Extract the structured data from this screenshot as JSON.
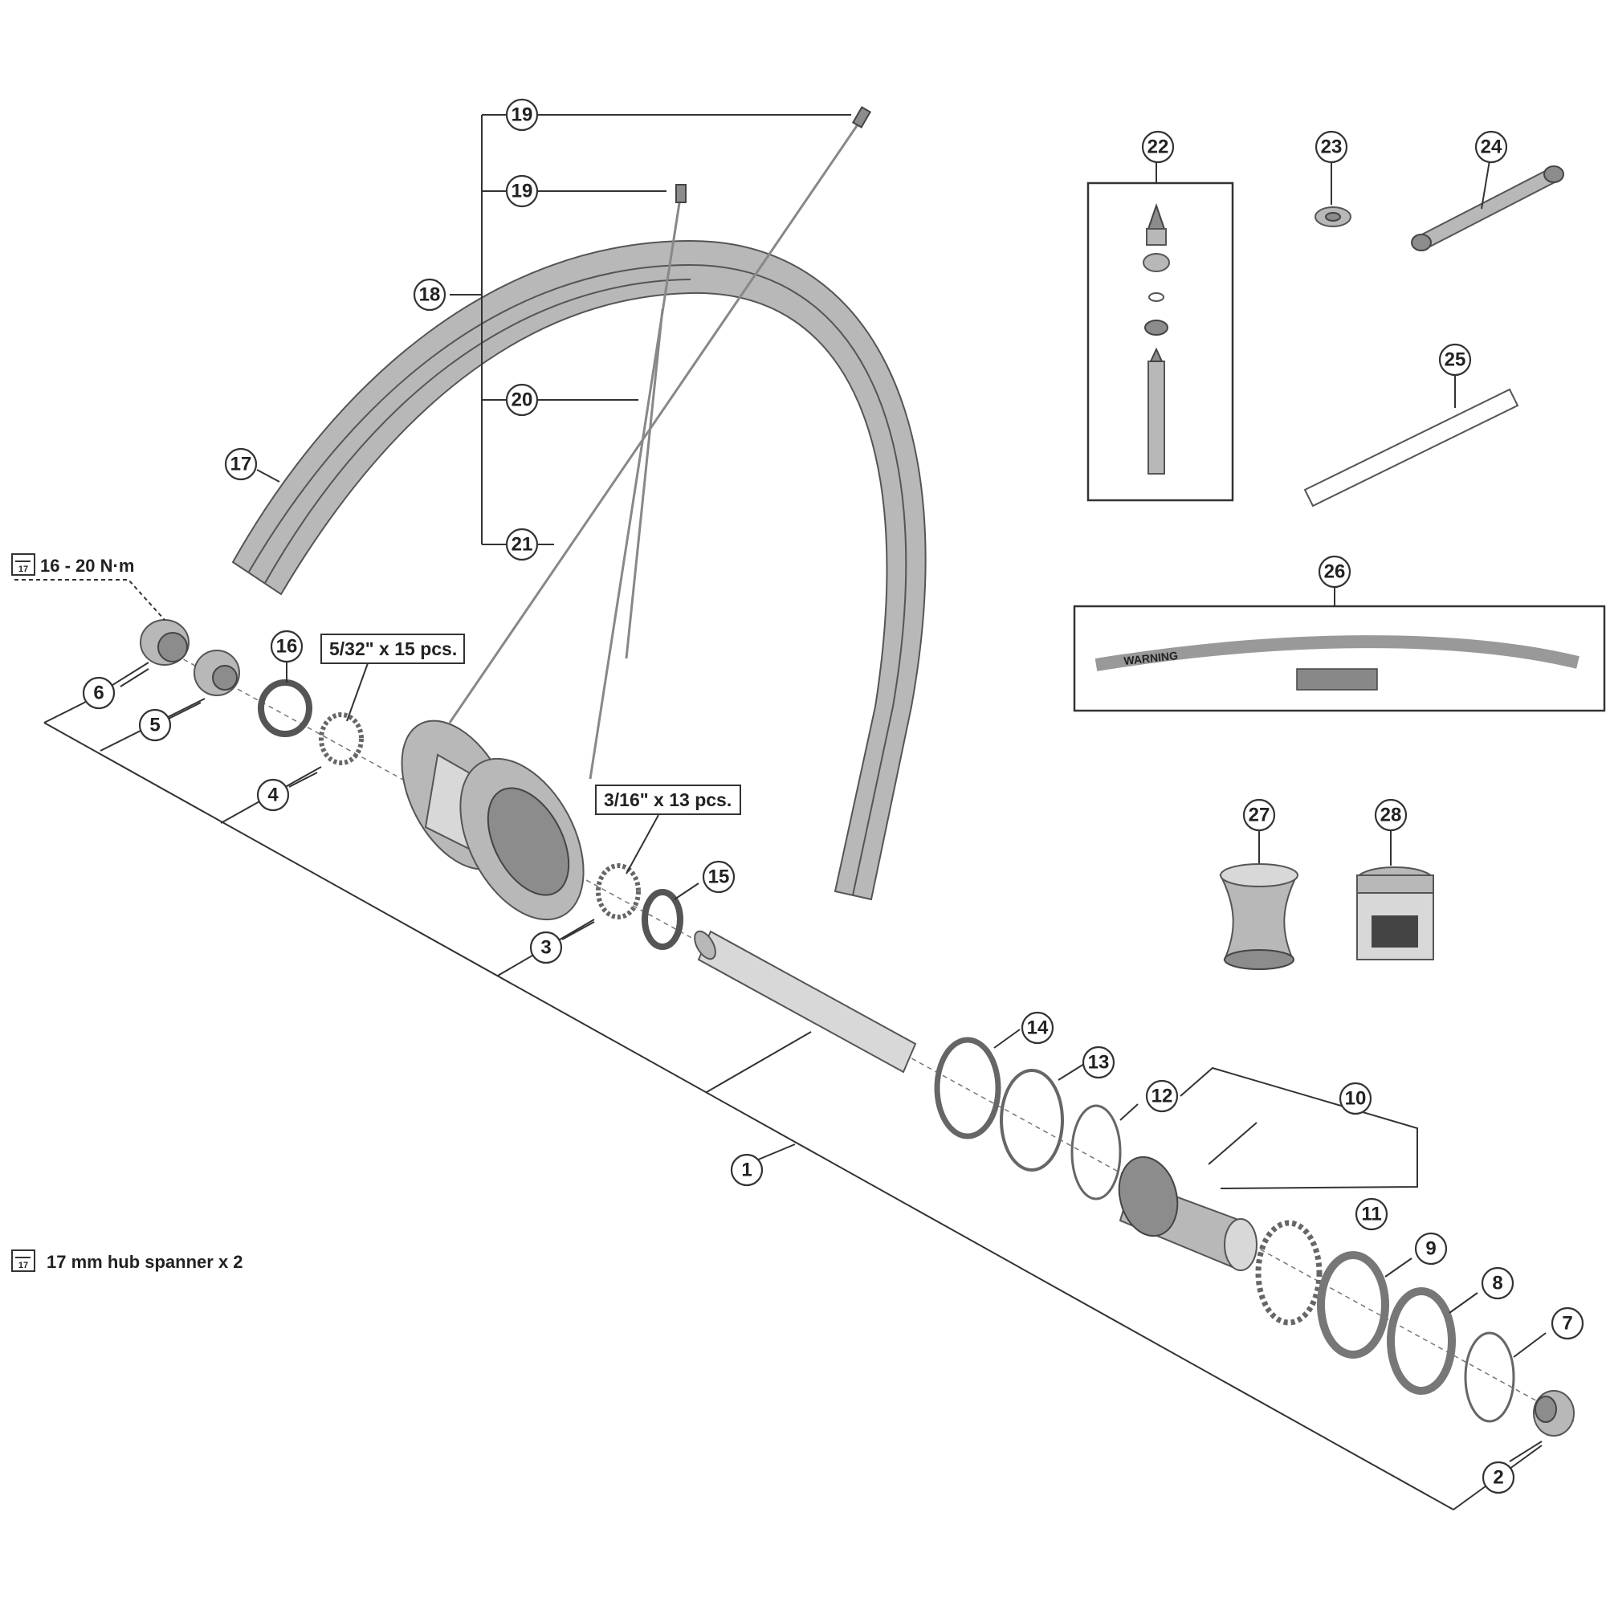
{
  "diagram": {
    "callouts": [
      "1",
      "2",
      "3",
      "4",
      "5",
      "6",
      "7",
      "8",
      "9",
      "10",
      "11",
      "12",
      "13",
      "14",
      "15",
      "16",
      "17",
      "18",
      "19",
      "19",
      "20",
      "21",
      "22",
      "23",
      "24",
      "25",
      "26",
      "27",
      "28"
    ],
    "torque_label": "16 - 20 N·m",
    "tool_label": "17 mm hub spanner x 2",
    "tool_icon_text": "17",
    "bearing_front_label": "5/32\" x 15 pcs.",
    "bearing_rear_label": "3/16\" x 13 pcs.",
    "rim_tape_text": "WARNING",
    "colors": {
      "line": "#333333",
      "part": "#b8b8b8",
      "part_dark": "#8c8c8c",
      "background": "#ffffff"
    }
  }
}
